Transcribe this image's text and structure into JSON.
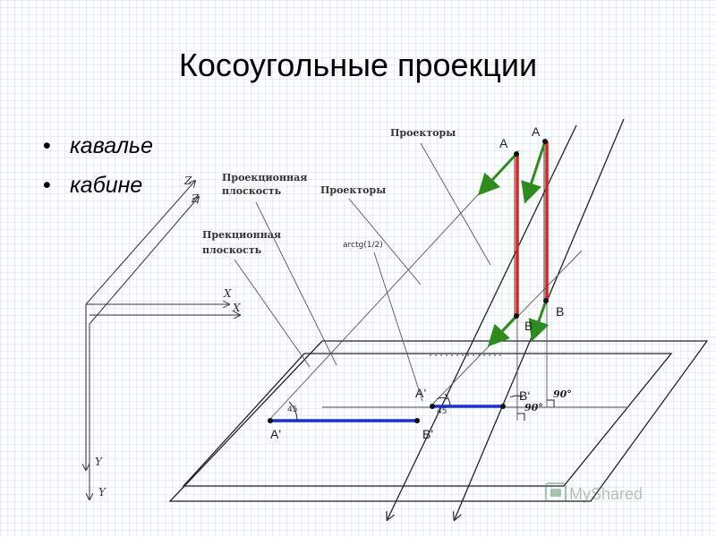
{
  "title": "Косоугольные проекции",
  "bullets": [
    "кавалье",
    "кабине"
  ],
  "labels": {
    "projectors_1": "Проекторы",
    "projectors_2": "Проекторы",
    "proj_plane_1_l1": "Проекционная",
    "proj_plane_1_l2": "плоскость",
    "proj_plane_2_l1": "Прекционная",
    "proj_plane_2_l2": "плоскость",
    "arctg": "arctg(1/2)",
    "axis_z1": "Z",
    "axis_z2": "Z",
    "axis_x1": "X",
    "axis_x2": "X",
    "axis_y1": "Y",
    "axis_y2": "Y",
    "point_a1": "A",
    "point_a2": "A",
    "point_b1": "B",
    "point_b2": "B",
    "point_a_prime_1": "A'",
    "point_a_prime_2": "A‘",
    "point_b_prime_1": "B'",
    "point_b_prime_2": "B‘",
    "angle_45_1": "45",
    "angle_45_2": "45",
    "angle_90_1": "90°",
    "angle_90_2": "90°",
    "watermark": "MyShared"
  },
  "colors": {
    "green_arrow": "#2e8b1e",
    "red_segment": "#e0201a",
    "blue_segment": "#1e2fc8",
    "lines": "#222222",
    "thin_lines": "#555555"
  }
}
